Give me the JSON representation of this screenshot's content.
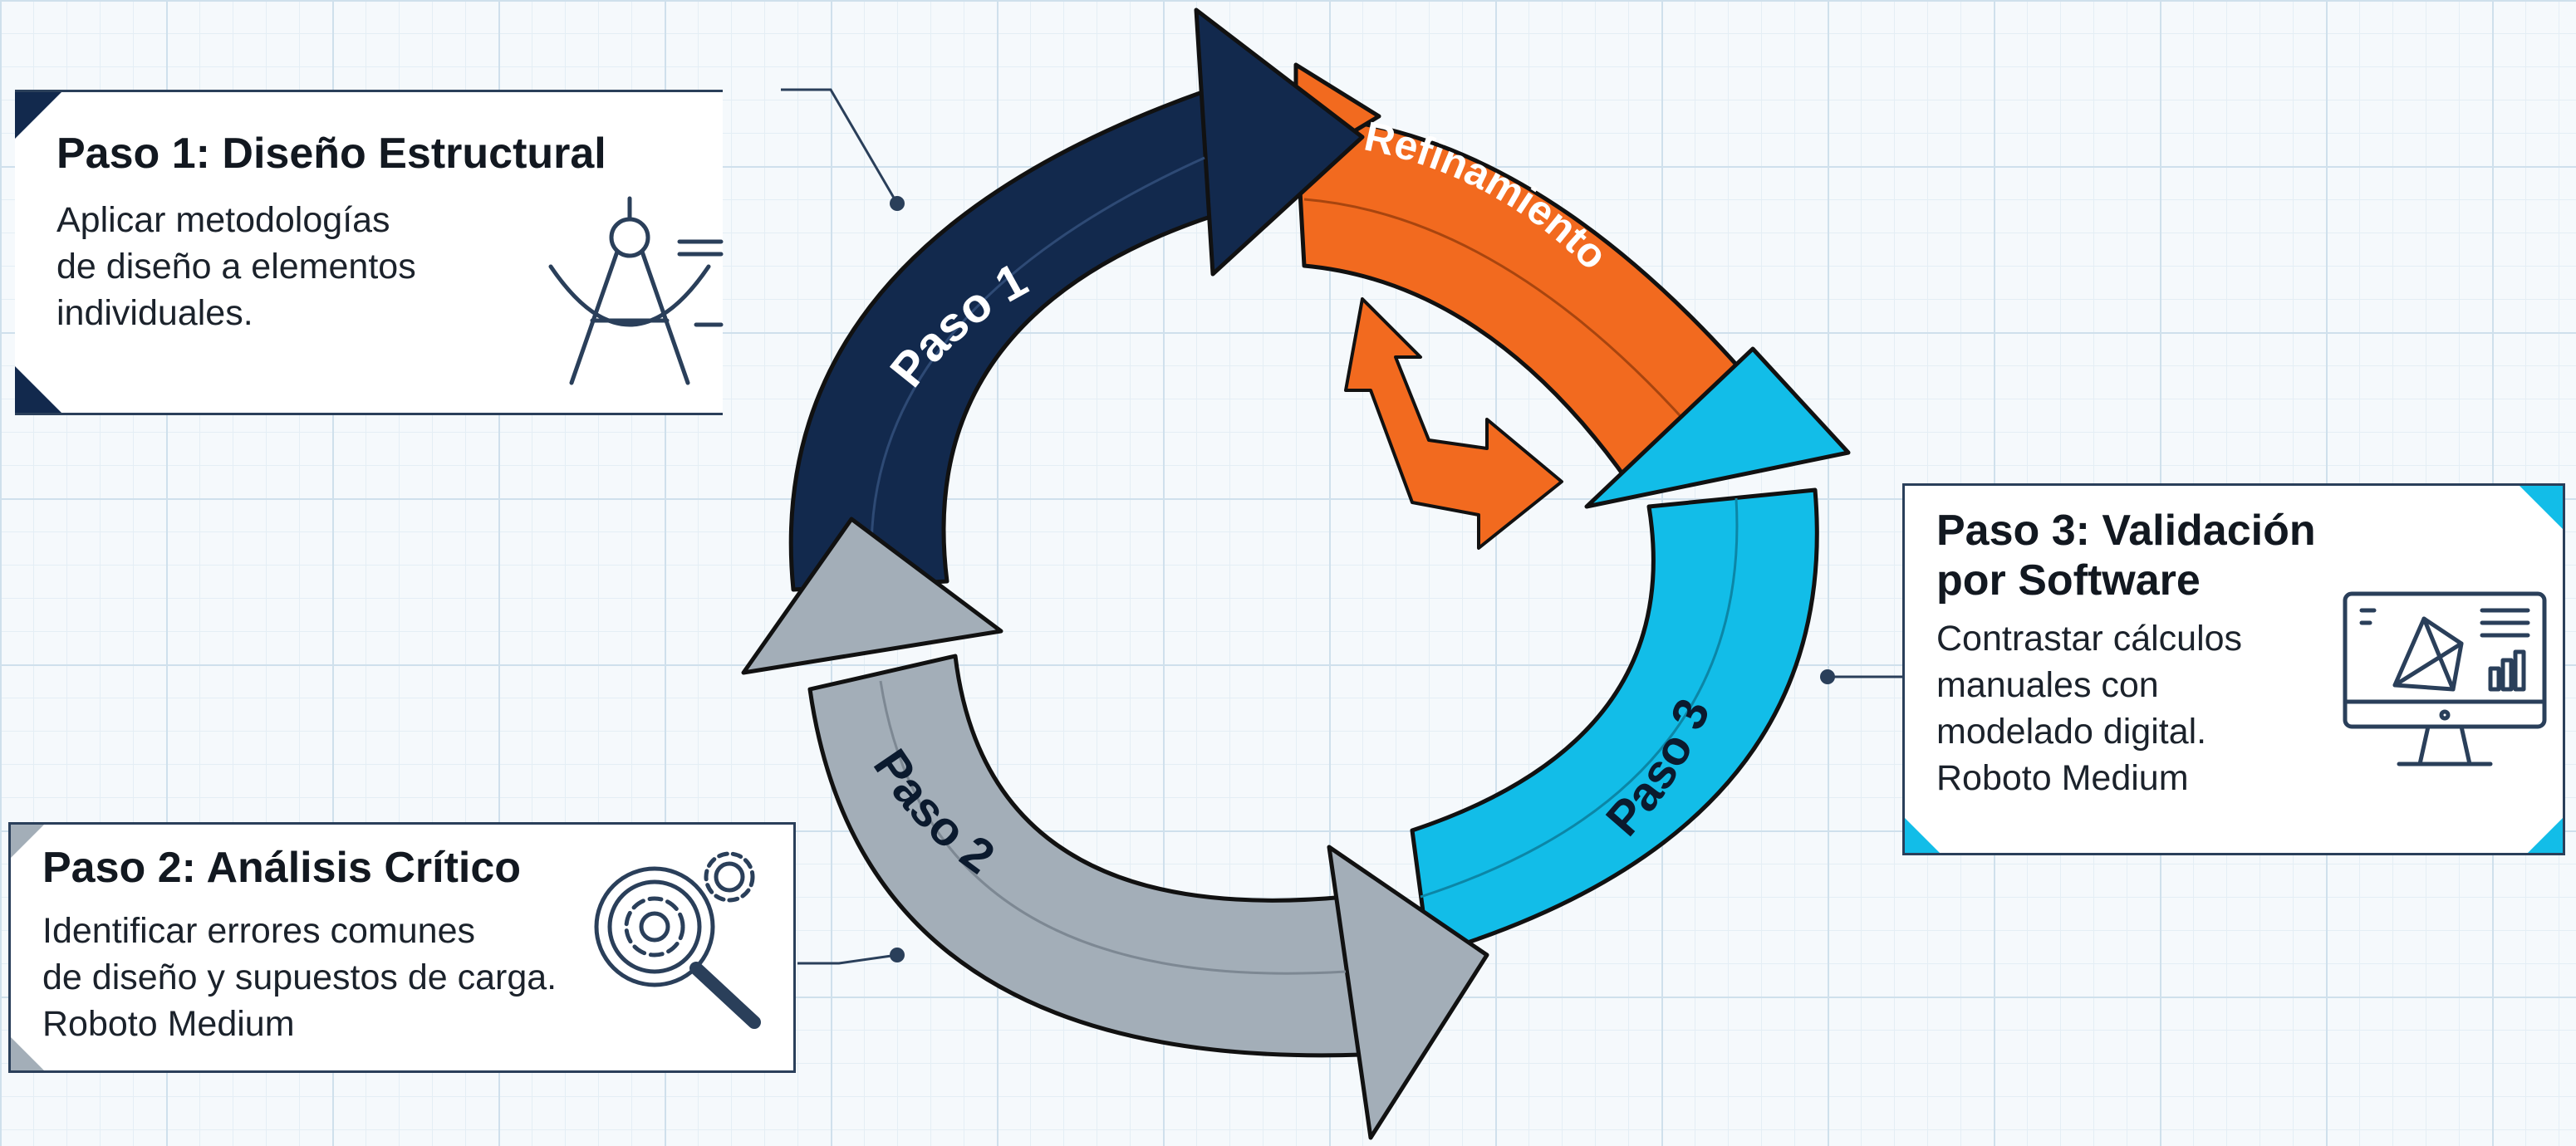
{
  "cycle": {
    "arrow_labels": [
      "Paso 1",
      "Refinamiento",
      "Paso 3",
      "Paso 2"
    ]
  },
  "steps": [
    {
      "title": "Paso 1: Diseño Estructural",
      "body_lines": [
        "Aplicar metodologías",
        "de diseño a elementos",
        "individuales."
      ],
      "icon": "drafting-compass-icon"
    },
    {
      "title": "Paso 2: Análisis Crítico",
      "body_lines": [
        "Identificar errores comunes",
        "de diseño y supuestos de carga.",
        "Roboto Medium"
      ],
      "icon": "magnifier-gear-icon"
    },
    {
      "title_lines": [
        "Paso 3: Validación",
        "por Software"
      ],
      "body_lines": [
        "Contrastar cálculos",
        "manuales con",
        "modelado digital.",
        "Roboto Medium"
      ],
      "icon": "monitor-3d-model-icon"
    }
  ],
  "colors": {
    "paso1": "#12294d",
    "refinamiento": "#f26a1f",
    "paso3": "#12bde8",
    "paso2": "#a3aeb8",
    "card1_accent": "#12294d",
    "card2_accent": "#a3aeb8",
    "card3_accent": "#12bde8"
  }
}
